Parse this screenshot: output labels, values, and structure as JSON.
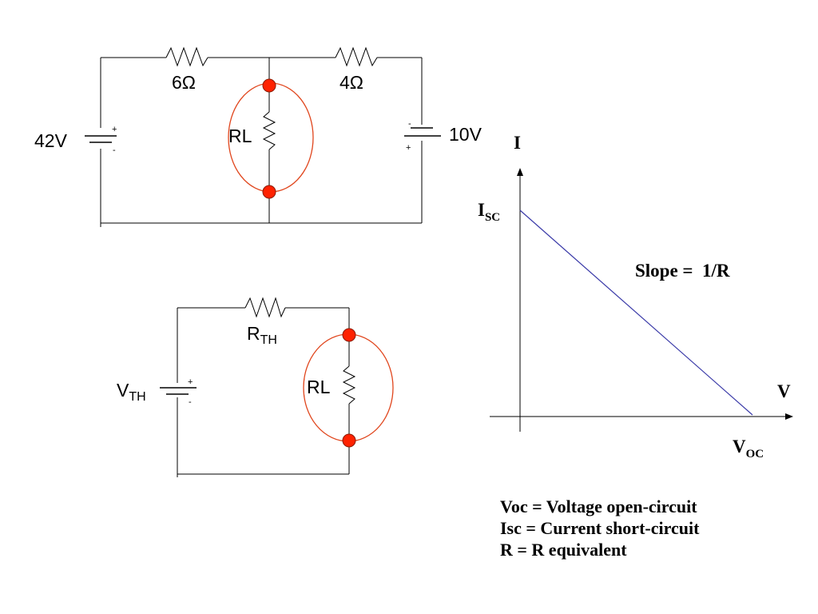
{
  "circuit_top": {
    "source_left": {
      "label": "42V",
      "plus": "+",
      "minus": "-"
    },
    "resistor_left": {
      "label": "6Ω"
    },
    "resistor_right": {
      "label": "4Ω"
    },
    "source_right": {
      "label": "10V",
      "plus": "+",
      "minus": "-"
    },
    "load": {
      "label": "RL"
    }
  },
  "circuit_thevenin": {
    "source": {
      "label": "V",
      "sub": "TH",
      "plus": "+",
      "minus": "-"
    },
    "resistor": {
      "label": "R",
      "sub": "TH"
    },
    "load": {
      "label": "RL"
    }
  },
  "graph": {
    "y_axis_label": "I",
    "x_axis_label": "V",
    "isc_label": "I",
    "isc_sub": "SC",
    "voc_label": "V",
    "voc_sub": "OC",
    "slope_label": "Slope =  1/R"
  },
  "definitions": [
    "Voc = Voltage open-circuit",
    "Isc = Current short-circuit",
    "R = R equivalent"
  ],
  "colors": {
    "wire": "#000000",
    "terminal_fill": "#ff2200",
    "terminal_stroke": "#8a1a00",
    "load_loop": "#e0451c",
    "iv_line": "#3a3aa8"
  }
}
